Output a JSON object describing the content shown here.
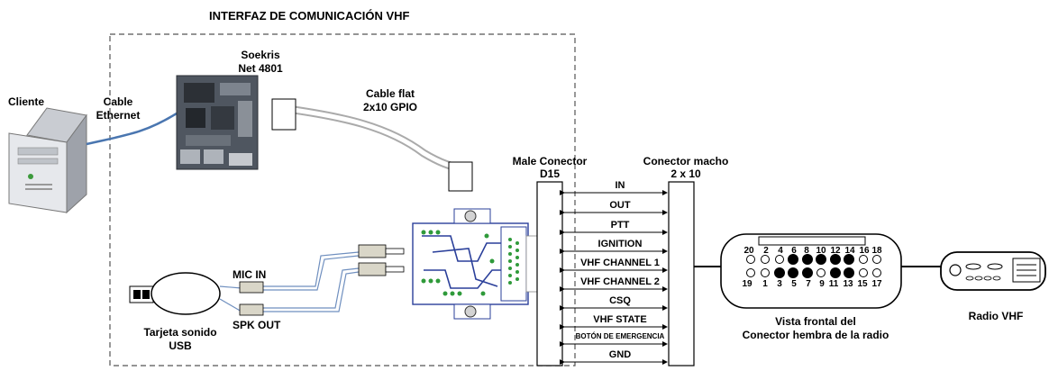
{
  "title": "INTERFAZ DE COMUNICACIÓN VHF",
  "labels": {
    "cliente": "Cliente",
    "cable_ethernet_1": "Cable",
    "cable_ethernet_2": "Ethernet",
    "soekris_1": "Soekris",
    "soekris_2": "Net 4801",
    "cable_flat_1": "Cable flat",
    "cable_flat_2": "2x10 GPIO",
    "male_conector_1": "Male Conector",
    "male_conector_2": "D15",
    "conector_macho_1": "Conector macho",
    "conector_macho_2": "2 x 10",
    "mic_in": "MIC IN",
    "spk_out": "SPK OUT",
    "tarjeta_1": "Tarjeta sonido",
    "tarjeta_2": "USB",
    "vista_1": "Vista frontal del",
    "vista_2": "Conector hembra de la radio",
    "radio": "Radio VHF"
  },
  "signals": [
    "IN",
    "OUT",
    "PTT",
    "IGNITION",
    "VHF CHANNEL 1",
    "VHF CHANNEL 2",
    "CSQ",
    "VHF STATE",
    "BOTÓN DE EMERGENCIA",
    "GND"
  ],
  "pins_top": [
    "20",
    "2",
    "4",
    "6",
    "8",
    "10",
    "12",
    "14",
    "16",
    "18"
  ],
  "pins_bottom": [
    "19",
    "1",
    "3",
    "5",
    "7",
    "9",
    "11",
    "13",
    "15",
    "17"
  ],
  "colors": {
    "line": "#000000",
    "ethernet_cable": "#4a76b0",
    "audio_cable": "#6f8fbf",
    "pcb_blue": "#2a3f9a",
    "pcb_green": "#2f9a3a",
    "dashed_border": "#555555"
  }
}
